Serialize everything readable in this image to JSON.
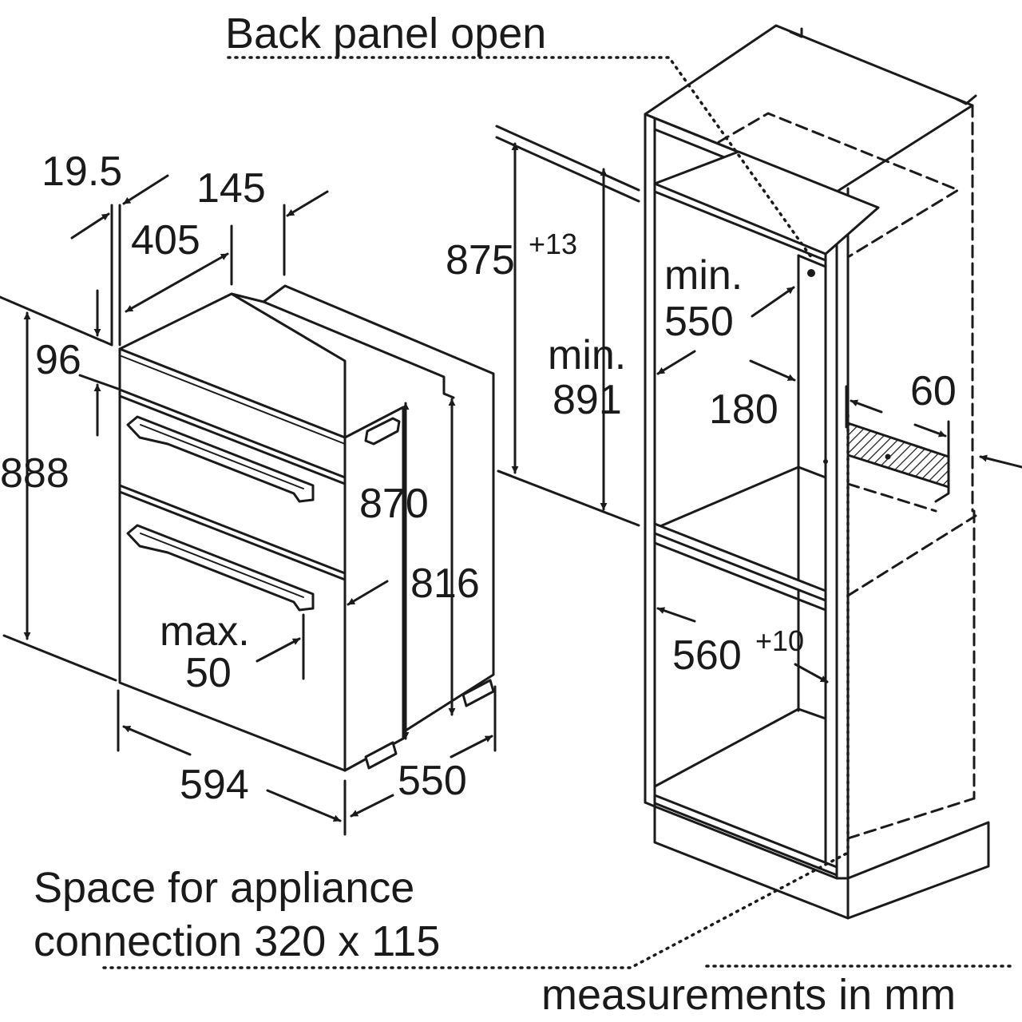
{
  "labels": {
    "back_panel": "Back panel open",
    "dim_19_5": "19.5",
    "dim_145": "145",
    "dim_405": "405",
    "dim_96": "96",
    "dim_888": "888",
    "dim_870": "870",
    "dim_816": "816",
    "max_line1": "max.",
    "max_line2": "50",
    "dim_594": "594",
    "dim_550": "550",
    "dim_875": "875",
    "dim_875_sup": "+13",
    "min891_line1": "min.",
    "min891_line2": "891",
    "min550_line1": "min.",
    "min550_line2": "550",
    "dim_180": "180",
    "dim_60": "60",
    "dim_560": "560",
    "dim_560_sup": "+10",
    "space_line1": "Space for appliance",
    "space_line2": "connection 320 x 115",
    "measurements": "measurements in mm"
  }
}
